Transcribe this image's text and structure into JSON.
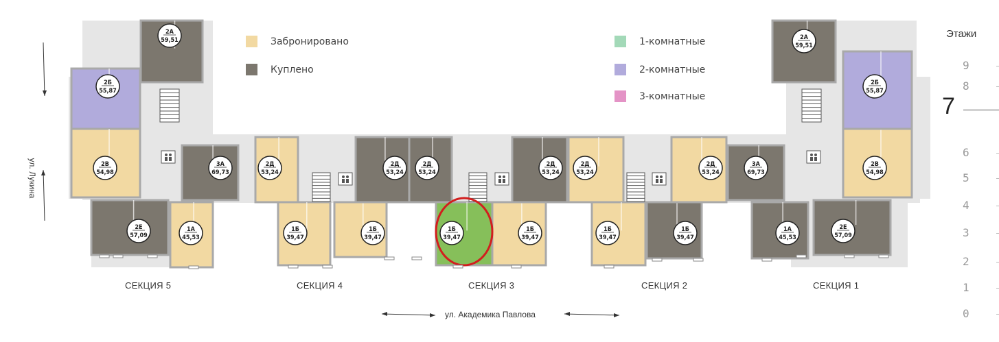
{
  "legend": {
    "reserved": {
      "label": "Забронировано",
      "color": "#f2d9a2"
    },
    "sold": {
      "label": "Куплено",
      "color": "#7c776e"
    },
    "one_room": {
      "label": "1-комнатные",
      "color": "#a3d9b8"
    },
    "two_room": {
      "label": "2-комнатные",
      "color": "#b1abdc"
    },
    "three_room": {
      "label": "3-комнатные",
      "color": "#e493c6"
    }
  },
  "sections": [
    "СЕКЦИЯ 5",
    "СЕКЦИЯ 4",
    "СЕКЦИЯ 3",
    "СЕКЦИЯ 2",
    "СЕКЦИЯ 1"
  ],
  "streets": {
    "bottom": "ул. Академика Павлова",
    "left": "ул. Лукина"
  },
  "floors": {
    "title": "Этажи",
    "items": [
      "9",
      "8",
      "7",
      "6",
      "5",
      "4",
      "3",
      "2",
      "1",
      "0"
    ],
    "active": "7"
  },
  "colors": {
    "wall": "#a9a9a9",
    "sold": "#7c776e",
    "reserved": "#f2d9a2",
    "two_room": "#b1abdc",
    "available_one": "#86bf5a",
    "highlight": "#d21e1e",
    "corridor": "#e6e6e6"
  },
  "apartments": [
    {
      "id": "5-2A",
      "type": "2А",
      "area": "59,51",
      "status": "sold"
    },
    {
      "id": "5-2B",
      "type": "2Б",
      "area": "55,87",
      "status": "two"
    },
    {
      "id": "5-2V",
      "type": "2В",
      "area": "54,98",
      "status": "reserved"
    },
    {
      "id": "5-3A",
      "type": "3А",
      "area": "69,73",
      "status": "sold"
    },
    {
      "id": "5-2E",
      "type": "2Е",
      "area": "57,09",
      "status": "sold"
    },
    {
      "id": "5-1A",
      "type": "1А",
      "area": "45,53",
      "status": "reserved"
    },
    {
      "id": "4-2D",
      "type": "2Д",
      "area": "53,24",
      "status": "reserved"
    },
    {
      "id": "4-1B-a",
      "type": "1Б",
      "area": "39,47",
      "status": "reserved"
    },
    {
      "id": "4-1B-b",
      "type": "1Б",
      "area": "39,47",
      "status": "reserved"
    },
    {
      "id": "4-2D-b",
      "type": "2Д",
      "area": "53,24",
      "status": "sold"
    },
    {
      "id": "3-2D-a",
      "type": "2Д",
      "area": "53,24",
      "status": "sold"
    },
    {
      "id": "3-1B-a",
      "type": "1Б",
      "area": "39,47",
      "status": "available"
    },
    {
      "id": "3-1B-b",
      "type": "1Б",
      "area": "39,47",
      "status": "reserved"
    },
    {
      "id": "3-2D-b",
      "type": "2Д",
      "area": "53,24",
      "status": "sold"
    },
    {
      "id": "2-2D-a",
      "type": "2Д",
      "area": "53,24",
      "status": "reserved"
    },
    {
      "id": "2-1B-a",
      "type": "1Б",
      "area": "39,47",
      "status": "reserved"
    },
    {
      "id": "2-1B-b",
      "type": "1Б",
      "area": "39,47",
      "status": "sold"
    },
    {
      "id": "2-2D-b",
      "type": "2Д",
      "area": "53,24",
      "status": "reserved"
    },
    {
      "id": "1-3A",
      "type": "3А",
      "area": "69,73",
      "status": "sold"
    },
    {
      "id": "1-1A",
      "type": "1А",
      "area": "45,53",
      "status": "sold"
    },
    {
      "id": "1-2E",
      "type": "2Е",
      "area": "57,09",
      "status": "sold"
    },
    {
      "id": "1-2V",
      "type": "2В",
      "area": "54,98",
      "status": "reserved"
    },
    {
      "id": "1-2B",
      "type": "2Б",
      "area": "55,87",
      "status": "two"
    },
    {
      "id": "1-2A",
      "type": "2А",
      "area": "59,51",
      "status": "sold"
    }
  ]
}
